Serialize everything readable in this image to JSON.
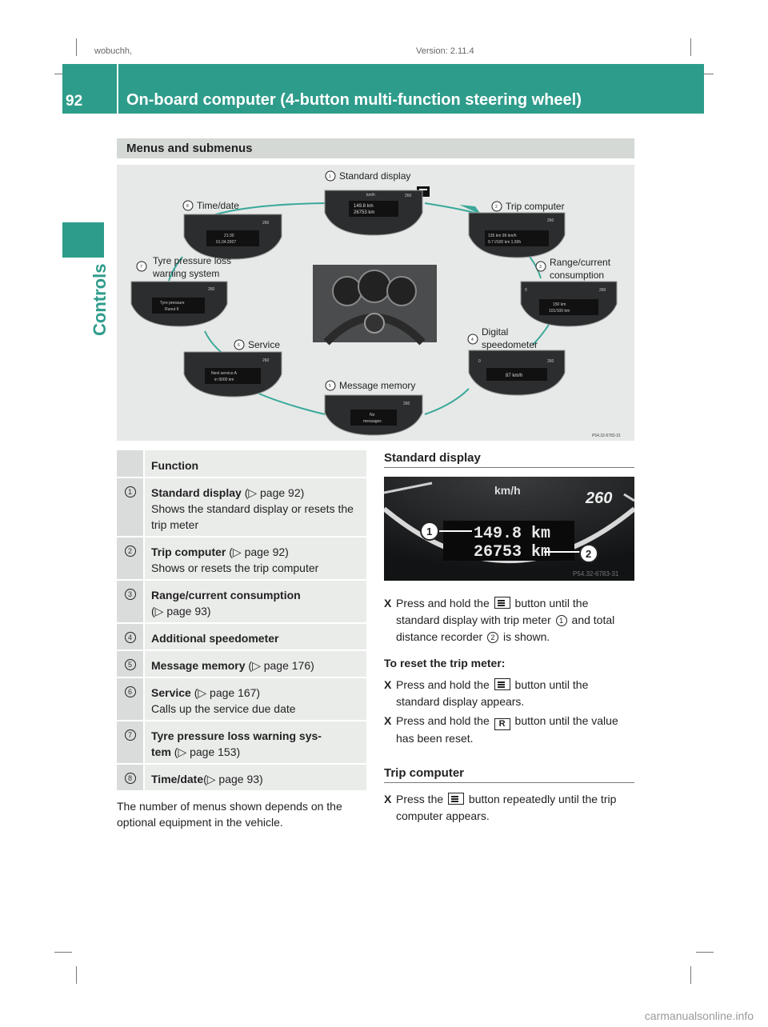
{
  "meta": {
    "left": "wobuchh,",
    "right": "Version: 2.11.4"
  },
  "header": {
    "page_number": "92",
    "title": "On-board computer (4-button multi-function steering wheel)"
  },
  "side_tab": {
    "label": "Controls"
  },
  "section": {
    "title": "Menus and submenus"
  },
  "diagram": {
    "labels": {
      "l1": "Standard display",
      "l2": "Trip computer",
      "l3a": "Range/current",
      "l3b": "consumption",
      "l4a": "Digital",
      "l4b": "speedometer",
      "l5": "Message memory",
      "l6": "Service",
      "l7a": "Tyre pressure loss",
      "l7b": "warning system",
      "l8": "Time/date",
      "n1": "1",
      "n2": "2",
      "n3": "3",
      "n4": "4",
      "n5": "5",
      "n6": "6",
      "n7": "7",
      "n8": "8"
    },
    "screens": {
      "s1a": "149.8 km",
      "s1b": "26753 km",
      "s2a": "135 km    96 km/h",
      "s2b": "9.7 l/100 km   1:30h",
      "s3a": "150 km",
      "s3b": "101/100 km",
      "s4": "87 km/h",
      "s5a": "No",
      "s5b": "messages",
      "s6a": "Next service A",
      "s6b": "in 9000 km",
      "s7a": "Tyre pressure",
      "s7b": "Runut II",
      "s8a": "21:30",
      "s8b": "01.04.2007"
    },
    "speed_max": "260",
    "speed_zero": "0",
    "unit": "km/h",
    "ref": "P54.32-6782-31"
  },
  "table": {
    "header": "Function",
    "rows": [
      {
        "num": "1",
        "title": "Standard display",
        "ref": " (▷ page 92)",
        "desc": "Shows the standard display or resets the trip meter"
      },
      {
        "num": "2",
        "title": "Trip computer",
        "ref": " (▷ page 92)",
        "desc": "Shows or resets the trip computer"
      },
      {
        "num": "3",
        "title": "Range/current consumption",
        "ref": "(▷ page 93)",
        "desc": ""
      },
      {
        "num": "4",
        "title": "Additional speedometer",
        "ref": "",
        "desc": ""
      },
      {
        "num": "5",
        "title": "Message memory",
        "ref": " (▷ page 176)",
        "desc": ""
      },
      {
        "num": "6",
        "title": "Service",
        "ref": " (▷ page 167)",
        "desc": "Calls up the service due date"
      },
      {
        "num": "7",
        "title": "Tyre pressure loss warning sys-",
        "title2": "tem",
        "ref": " (▷ page 153)",
        "desc": ""
      },
      {
        "num": "8",
        "title": "Time/date",
        "ref": "(▷ page 93)",
        "desc": ""
      }
    ]
  },
  "note": "The number of menus shown depends on the optional equipment in the vehicle.",
  "right": {
    "std_heading": "Standard display",
    "speedo": {
      "unit": "km/h",
      "max": "260",
      "line1": "149.8 km",
      "line2": "26753 km",
      "c1": "1",
      "c2": "2",
      "ref": "P54.32-6783-31"
    },
    "bullet1": {
      "pre": "Press and hold the",
      "post": "button until the standard display with trip meter",
      "mid": "and total distance recorder",
      "end": "is shown.",
      "c1": "1",
      "c2": "2"
    },
    "reset_heading": "To reset the trip meter:",
    "bullet2": {
      "pre": "Press and hold the",
      "post": "button until the standard display appears."
    },
    "bullet3": {
      "pre": "Press and hold the",
      "btn": "R",
      "post": "button until the value has been reset."
    },
    "trip_heading": "Trip computer",
    "bullet4": {
      "pre": "Press the",
      "post": "button repeatedly until the trip computer appears."
    },
    "bullet_mark": "X"
  },
  "footer": {
    "brand": "carmanualsonline.info"
  },
  "colors": {
    "accent": "#2e9c8b",
    "panel": "#e6e9e7",
    "table_bg": "#eaecea"
  }
}
